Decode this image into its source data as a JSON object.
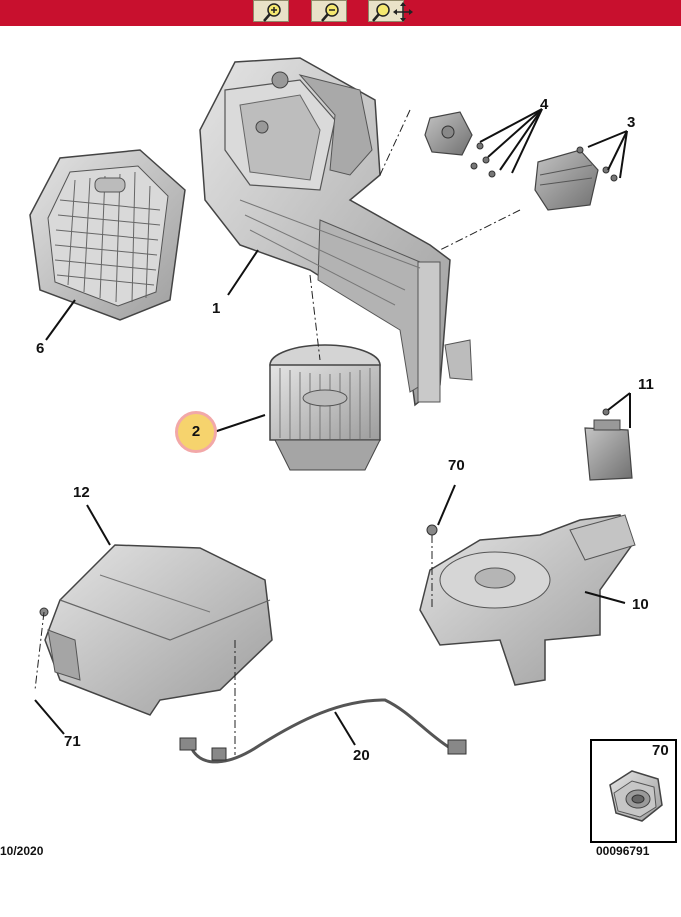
{
  "toolbar": {
    "buttons": [
      {
        "icon": "zoom-in-icon"
      },
      {
        "icon": "zoom-out-icon"
      },
      {
        "icon": "pan-zoom-icon"
      }
    ],
    "bar_color": "#c8102e"
  },
  "diagram": {
    "callouts": {
      "c1": "1",
      "c2": "2",
      "c3": "3",
      "c4": "4",
      "c6": "6",
      "c10": "10",
      "c11": "11",
      "c12": "12",
      "c20": "20",
      "c70": "70",
      "c71": "71",
      "inset": "70"
    },
    "highlight_color": "#f6d36d",
    "footer_left": "10/2020",
    "footer_right": "00096791"
  }
}
